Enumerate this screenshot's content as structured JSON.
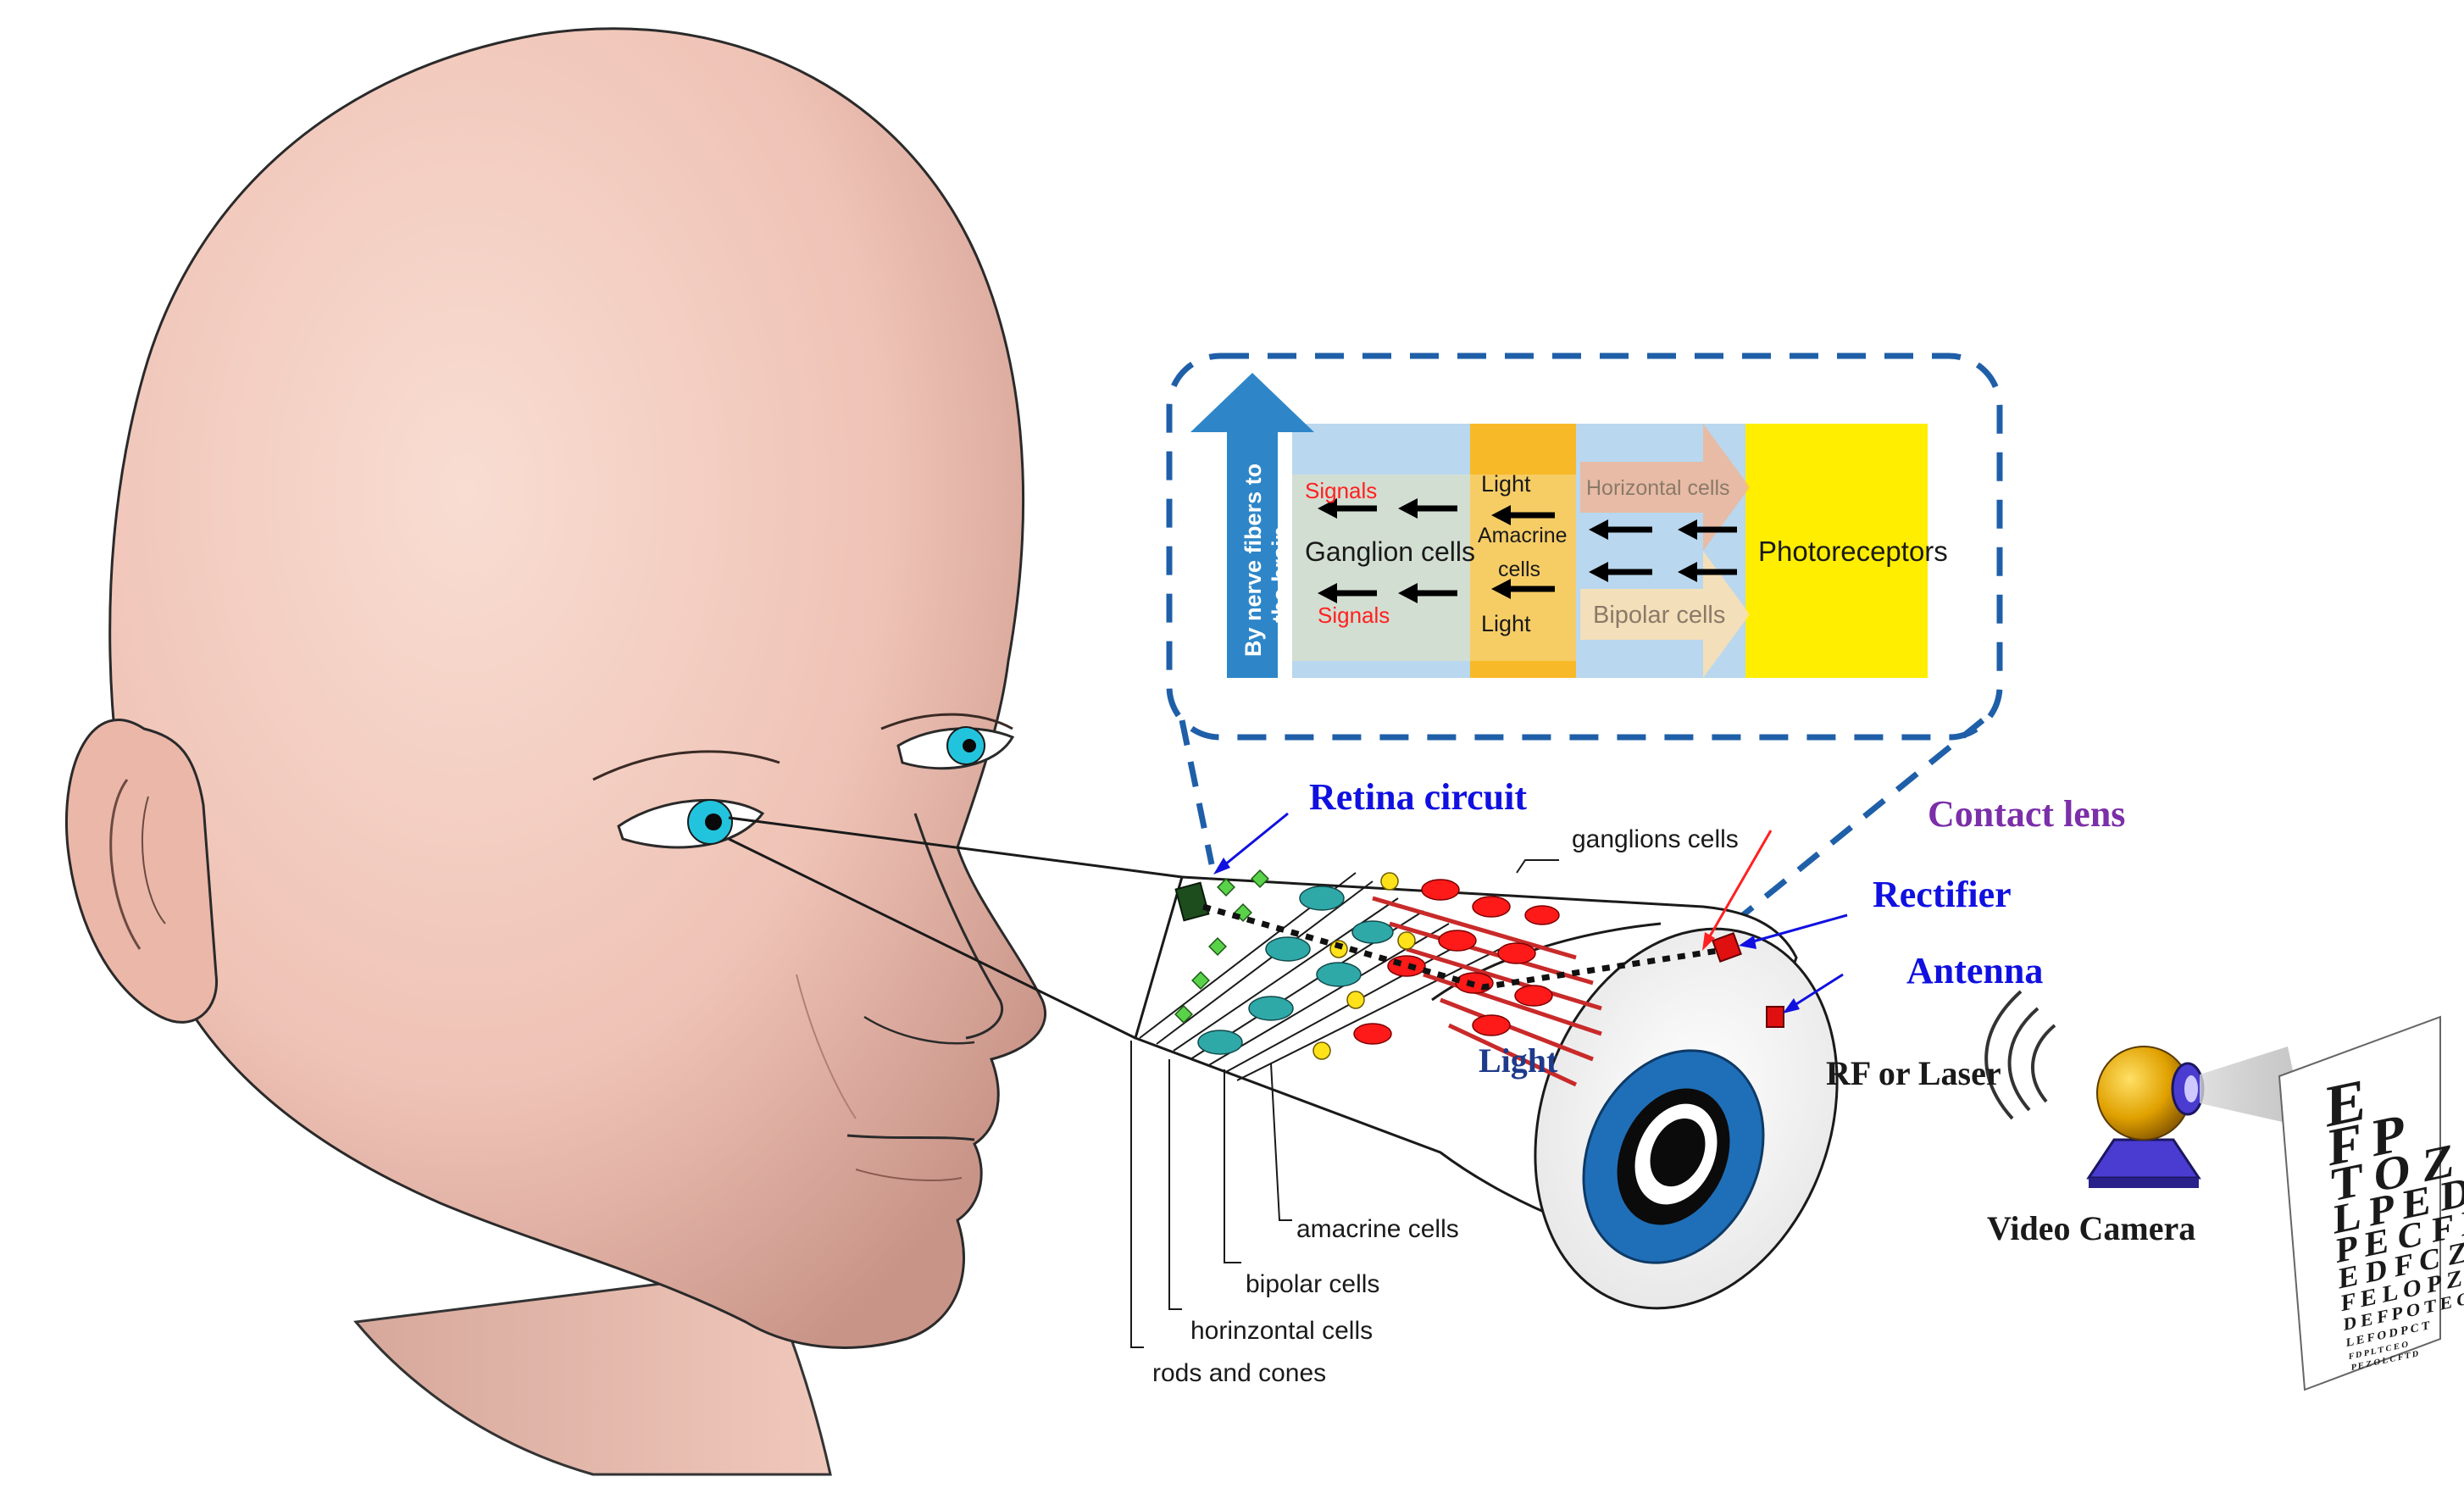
{
  "inset": {
    "nerve_arrow_label_1": "By nerve fibers to",
    "nerve_arrow_label_2": "the brain",
    "signals_top": "Signals",
    "signals_bottom": "Signals",
    "ganglion": "Ganglion cells",
    "light_top": "Light",
    "light_bottom": "Light",
    "amacrine_1": "Amacrine",
    "amacrine_2": "cells",
    "horizontal": "Horizontal cells",
    "bipolar": "Bipolar cells",
    "photoreceptors": "Photoreceptors"
  },
  "callouts": {
    "retina_circuit": "Retina circuit",
    "contact_lens": "Contact lens",
    "rectifier": "Rectifier",
    "antenna": "Antenna",
    "light": "Light",
    "rf_or_laser": "RF or Laser",
    "video_camera": "Video Camera"
  },
  "cell_labels": {
    "ganglions": "ganglions cells",
    "amacrine": "amacrine cells",
    "bipolar": "bipolar cells",
    "horizontal": "horinzontal cells",
    "rods_cones": "rods and cones"
  },
  "eye_chart": {
    "letters": [
      "E",
      "F P",
      "T O Z",
      "L P E D",
      "P E C F D",
      "E D F C Z P",
      "F E L O P Z D",
      "D E F P O T E C",
      "L E F O D P C T",
      "F D P L T C E O",
      "P E Z O L C F T D"
    ]
  },
  "colors": {
    "skin": "#f2c9bd",
    "iris": "#22c4dd",
    "dashed_box": "#1f5fa8",
    "nerve_arrow": "#2e86c8",
    "ganglion_band": "#b9d7ee",
    "amacrine_band": "#f8b928",
    "photoreceptor_band": "#ffee00",
    "horizontal_band": "#f7b28e",
    "signal_red": "#ff2020",
    "callout_blue": "#1010e0",
    "callout_purple": "#7b2fa8"
  }
}
